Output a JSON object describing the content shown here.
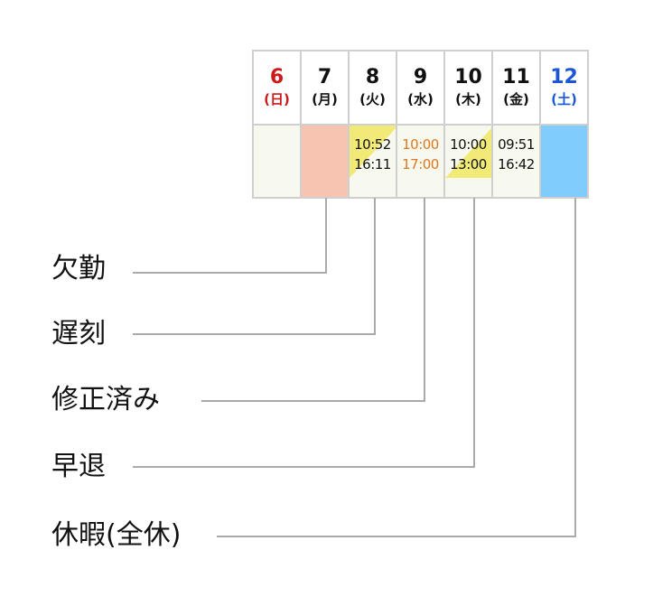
{
  "colors": {
    "sunday": "#cc1a1a",
    "saturday": "#1a56d6",
    "weekday": "#111111",
    "absent": "#f7c4b2",
    "holiday": "#80ccfc",
    "flag": "#f2ea77",
    "corrected_text": "#dd7722",
    "cell_bg": "#f7f8ee",
    "grid": "#cfcfcf",
    "leader_line": "#aaaaaa"
  },
  "days": [
    {
      "num": "6",
      "weekday": "(日)",
      "tone": "sunday"
    },
    {
      "num": "7",
      "weekday": "(月)",
      "tone": "weekday"
    },
    {
      "num": "8",
      "weekday": "(火)",
      "tone": "weekday"
    },
    {
      "num": "9",
      "weekday": "(水)",
      "tone": "weekday"
    },
    {
      "num": "10",
      "weekday": "(木)",
      "tone": "weekday"
    },
    {
      "num": "11",
      "weekday": "(金)",
      "tone": "weekday"
    },
    {
      "num": "12",
      "weekday": "(土)",
      "tone": "saturday"
    }
  ],
  "cells": [
    {
      "status": "none",
      "in": "",
      "out": ""
    },
    {
      "status": "absent",
      "in": "",
      "out": ""
    },
    {
      "status": "late",
      "in": "10:52",
      "out": "16:11"
    },
    {
      "status": "corrected",
      "in": "10:00",
      "out": "17:00"
    },
    {
      "status": "early",
      "in": "10:00",
      "out": "13:00"
    },
    {
      "status": "normal",
      "in": "09:51",
      "out": "16:42"
    },
    {
      "status": "holiday",
      "in": "",
      "out": ""
    }
  ],
  "legend": [
    {
      "text": "欠勤"
    },
    {
      "text": "遅刻"
    },
    {
      "text": "修正済み"
    },
    {
      "text": "早退"
    },
    {
      "text": "休暇(全休)"
    }
  ]
}
